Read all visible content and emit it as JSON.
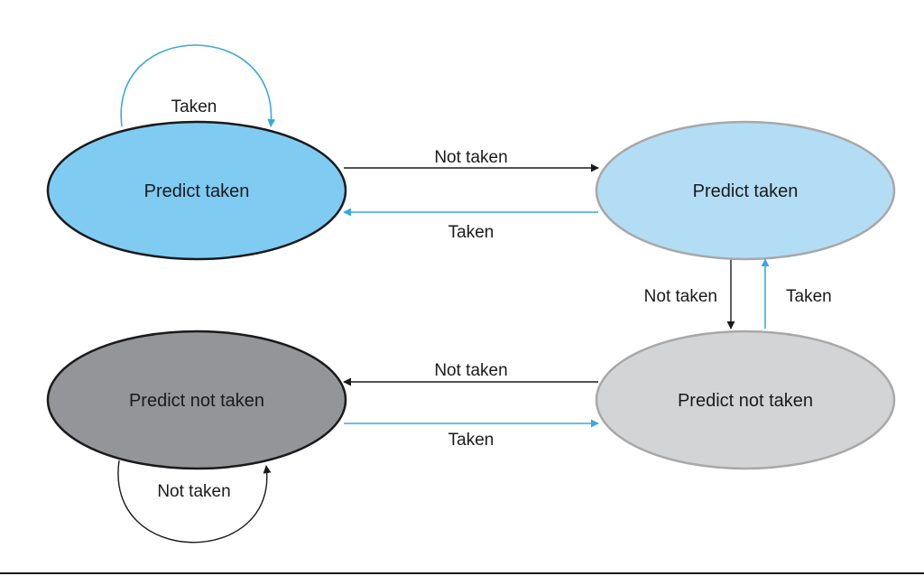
{
  "states": {
    "strong_taken": {
      "label": "Predict taken",
      "fill": "#7fcbf2",
      "stroke": "#1a1a1a"
    },
    "weak_taken": {
      "label": "Predict taken",
      "fill": "#b3ddf5",
      "stroke": "#a8a8a8"
    },
    "strong_not_taken": {
      "label": "Predict not taken",
      "fill": "#939598",
      "stroke": "#1a1a1a"
    },
    "weak_not_taken": {
      "label": "Predict not taken",
      "fill": "#d3d4d6",
      "stroke": "#a8a8a8"
    }
  },
  "transitions": {
    "strong_taken_self": {
      "label": "Taken",
      "color": "#3aa8e0"
    },
    "strong_taken_to_weak_taken": {
      "label": "Not taken",
      "color": "#1a1a1a"
    },
    "weak_taken_to_strong_taken": {
      "label": "Taken",
      "color": "#3aa8e0"
    },
    "weak_taken_to_weak_not_taken": {
      "label": "Not taken",
      "color": "#1a1a1a"
    },
    "weak_not_taken_to_weak_taken": {
      "label": "Taken",
      "color": "#3aa8e0"
    },
    "weak_not_taken_to_strong_not_taken": {
      "label": "Not taken",
      "color": "#1a1a1a"
    },
    "strong_not_taken_to_weak_not_taken": {
      "label": "Taken",
      "color": "#3aa8e0"
    },
    "strong_not_taken_self": {
      "label": "Not taken",
      "color": "#1a1a1a"
    }
  }
}
